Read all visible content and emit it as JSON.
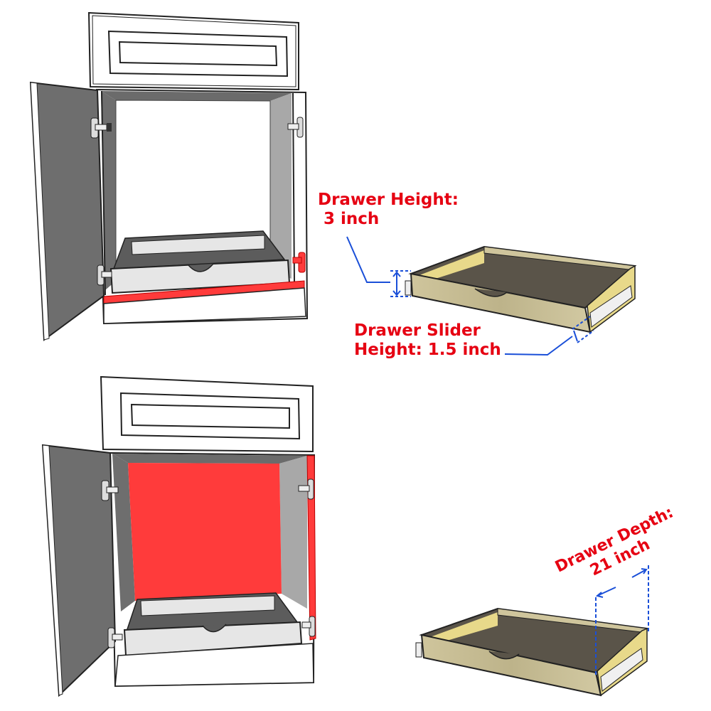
{
  "figure": {
    "title": "Sink base cabinet pull-out drawer measurement guide",
    "colors": {
      "highlight_red": "#ff3b3b",
      "label_red": "#e60012",
      "dimension_blue": "#1a4fd8",
      "cabinet_gray": "#6b6b6b",
      "cabinet_side_gray": "#a8a8a8",
      "drawer_wood": "#c9bf96",
      "drawer_floor": "#5a5449",
      "drawer_side_yellow": "#e8d98a"
    },
    "panels": [
      {
        "id": "top-cabinet",
        "highlight": "cabinet face frame bottom rail (red)",
        "highlight_extra": "right hinge (red)"
      },
      {
        "id": "bottom-cabinet",
        "highlight": "cabinet back wall and right face frame stile (red)"
      },
      {
        "id": "top-drawer",
        "material": "wood drawer with side slider"
      },
      {
        "id": "bottom-drawer",
        "material": "wood drawer with side slider"
      }
    ]
  },
  "annotations": {
    "drawer_height": {
      "line1": "Drawer Height:",
      "line2": " 3 inch"
    },
    "slider_height": {
      "line1": "Drawer Slider",
      "line2": "Height: 1.5 inch"
    },
    "drawer_depth": {
      "line1": "Drawer Depth:",
      "line2": "21 inch"
    }
  }
}
